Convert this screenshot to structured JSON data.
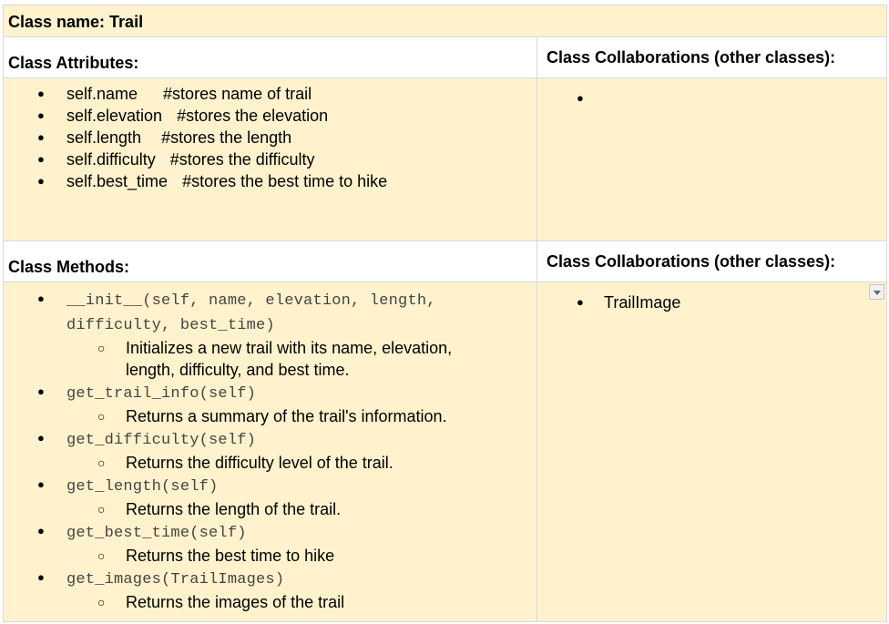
{
  "class_name": "Class name: Trail",
  "attributes": {
    "header": "Class Attributes:",
    "collab_header": "Class Collaborations (other classes):",
    "items": [
      {
        "code": "self.name",
        "comment": "#stores name of trail"
      },
      {
        "code": "self.elevation",
        "comment": "#stores the elevation"
      },
      {
        "code": "self.length",
        "comment": "#stores the length"
      },
      {
        "code": "self.difficulty",
        "comment": "#stores the difficulty"
      },
      {
        "code": "self.best_time",
        "comment": "#stores the best time to hike"
      }
    ],
    "collaborations": [
      ""
    ]
  },
  "methods": {
    "header": "Class Methods:",
    "collab_header": "Class Collaborations (other classes):",
    "items": [
      {
        "signature_line1": "__init__(self, name, elevation, length,",
        "signature_line2": "difficulty, best_time)",
        "desc_line1": "Initializes a new trail with its name, elevation,",
        "desc_line2": "length, difficulty, and best time."
      },
      {
        "signature": "get_trail_info(self)",
        "desc": "Returns a summary of the trail's information."
      },
      {
        "signature": "get_difficulty(self)",
        "desc": "Returns the difficulty level of the trail."
      },
      {
        "signature": "get_length(self)",
        "desc": "Returns the length of the trail."
      },
      {
        "signature": "get_best_time(self)",
        "desc": "Returns the best time to hike"
      },
      {
        "signature": "get_images(TrailImages)",
        "desc": "Returns the images of the trail"
      }
    ],
    "collaborations": [
      "TrailImage"
    ]
  },
  "dropdown_icon": "dropdown-arrow-icon"
}
